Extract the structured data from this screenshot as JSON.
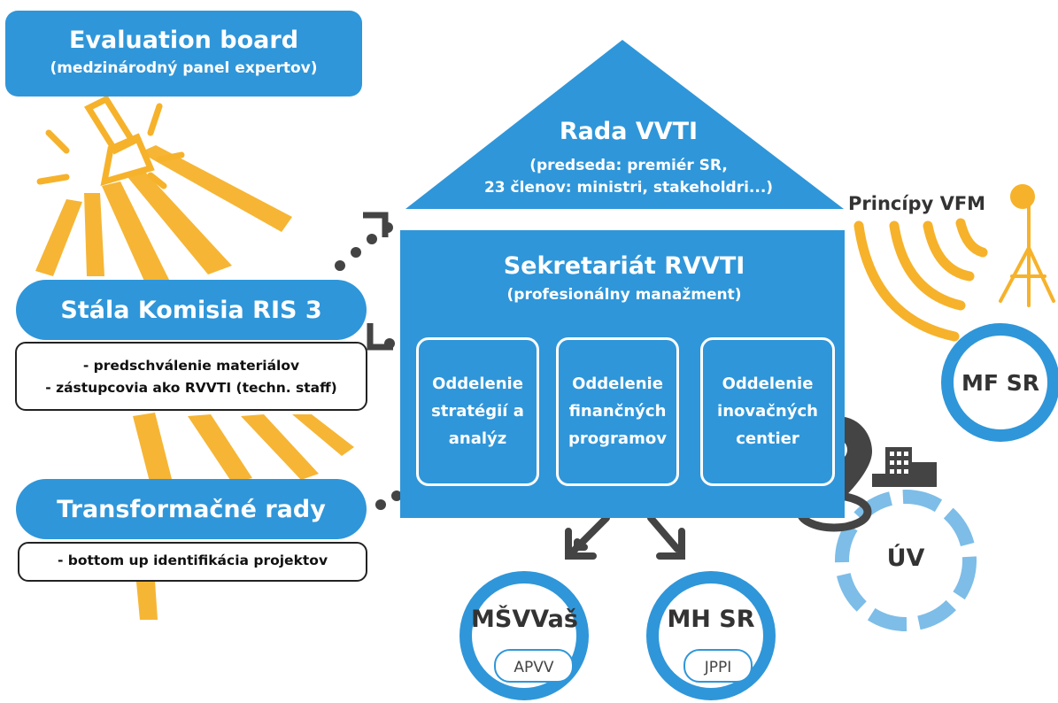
{
  "evaluation_board": {
    "title": "Evaluation board",
    "subtitle": "(medzinárodný panel expertov)"
  },
  "rada": {
    "title": "Rada VVTI",
    "subtitle_line1": "(predseda: premiér SR,",
    "subtitle_line2": "23 členov: ministri, stakeholdri...)"
  },
  "sekretariat": {
    "title": "Sekretariát RVVTI",
    "subtitle": "(profesionálny manažment)"
  },
  "departments": [
    {
      "line1": "Oddelenie",
      "line2": "stratégií a",
      "line3": "analýz"
    },
    {
      "line1": "Oddelenie",
      "line2": "finančných",
      "line3": "programov"
    },
    {
      "line1": "Oddelenie",
      "line2": "inovačných",
      "line3": "centier"
    }
  ],
  "komisia": {
    "title": "Stála Komisia RIS 3",
    "note_line1": "- predschválenie materiálov",
    "note_line2": "- zástupcovia ako RVVTI (techn. staff)"
  },
  "transformacne": {
    "title": "Transformačné rady",
    "note": "- bottom up identifikácia projektov"
  },
  "principy": {
    "label": "Princípy VFM"
  },
  "mfsr": {
    "label": "MF SR"
  },
  "uv": {
    "label": "ÚV"
  },
  "msvvas": {
    "label": "MŠVVaš",
    "sub": "APVV"
  },
  "mhsr": {
    "label": "MH SR",
    "sub": "JPPI"
  },
  "colors": {
    "blue": "#2f96d9",
    "light_blue": "#7dbde8",
    "orange": "#f6b22a",
    "dark": "#444444"
  }
}
